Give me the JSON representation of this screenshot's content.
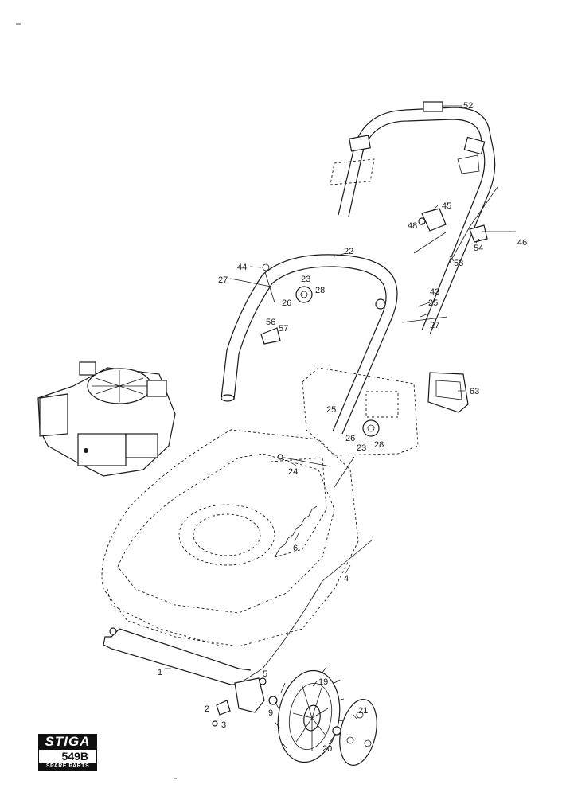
{
  "logo": {
    "brand": "STIGA",
    "model": "549B",
    "subtitle": "SPARE PARTS"
  },
  "part_labels": [
    {
      "id": "p52",
      "text": "52"
    },
    {
      "id": "p45",
      "text": "45"
    },
    {
      "id": "p48",
      "text": "48"
    },
    {
      "id": "p46",
      "text": "46"
    },
    {
      "id": "p54",
      "text": "54"
    },
    {
      "id": "p53",
      "text": "53"
    },
    {
      "id": "p22",
      "text": "22"
    },
    {
      "id": "p44",
      "text": "44"
    },
    {
      "id": "p27a",
      "text": "27"
    },
    {
      "id": "p23a",
      "text": "23"
    },
    {
      "id": "p28a",
      "text": "28"
    },
    {
      "id": "p26a",
      "text": "26"
    },
    {
      "id": "p43",
      "text": "43"
    },
    {
      "id": "p25a",
      "text": "25"
    },
    {
      "id": "p27b",
      "text": "27"
    },
    {
      "id": "p56",
      "text": "56"
    },
    {
      "id": "p57",
      "text": "57"
    },
    {
      "id": "p63",
      "text": "63"
    },
    {
      "id": "p25b",
      "text": "25"
    },
    {
      "id": "p26b",
      "text": "26"
    },
    {
      "id": "p23b",
      "text": "23"
    },
    {
      "id": "p28b",
      "text": "28"
    },
    {
      "id": "p24",
      "text": "24"
    },
    {
      "id": "p6",
      "text": "6"
    },
    {
      "id": "p4",
      "text": "4"
    },
    {
      "id": "p1",
      "text": "1"
    },
    {
      "id": "p5",
      "text": "5"
    },
    {
      "id": "p19",
      "text": "19"
    },
    {
      "id": "p2",
      "text": "2"
    },
    {
      "id": "p3",
      "text": "3"
    },
    {
      "id": "p9",
      "text": "9"
    },
    {
      "id": "p21",
      "text": "21"
    },
    {
      "id": "p20",
      "text": "20"
    }
  ]
}
